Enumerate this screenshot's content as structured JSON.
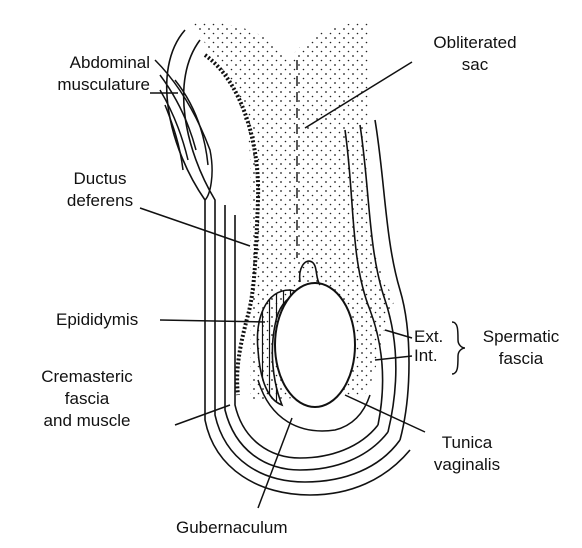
{
  "labels": {
    "abdominal_1": "Abdominal",
    "abdominal_2": "musculature",
    "obliterated_1": "Obliterated",
    "obliterated_2": "sac",
    "ductus_1": "Ductus",
    "ductus_2": "deferens",
    "epididymis": "Epididymis",
    "ext": "Ext.",
    "int": "Int.",
    "spermatic_1": "Spermatic",
    "spermatic_2": "fascia",
    "cremasteric_1": "Cremasteric",
    "cremasteric_2": "fascia",
    "cremasteric_3": "and muscle",
    "tunica_1": "Tunica",
    "tunica_2": "vaginalis",
    "gubernaculum": "Gubernaculum"
  },
  "colors": {
    "ink": "#111111",
    "background": "#ffffff"
  }
}
